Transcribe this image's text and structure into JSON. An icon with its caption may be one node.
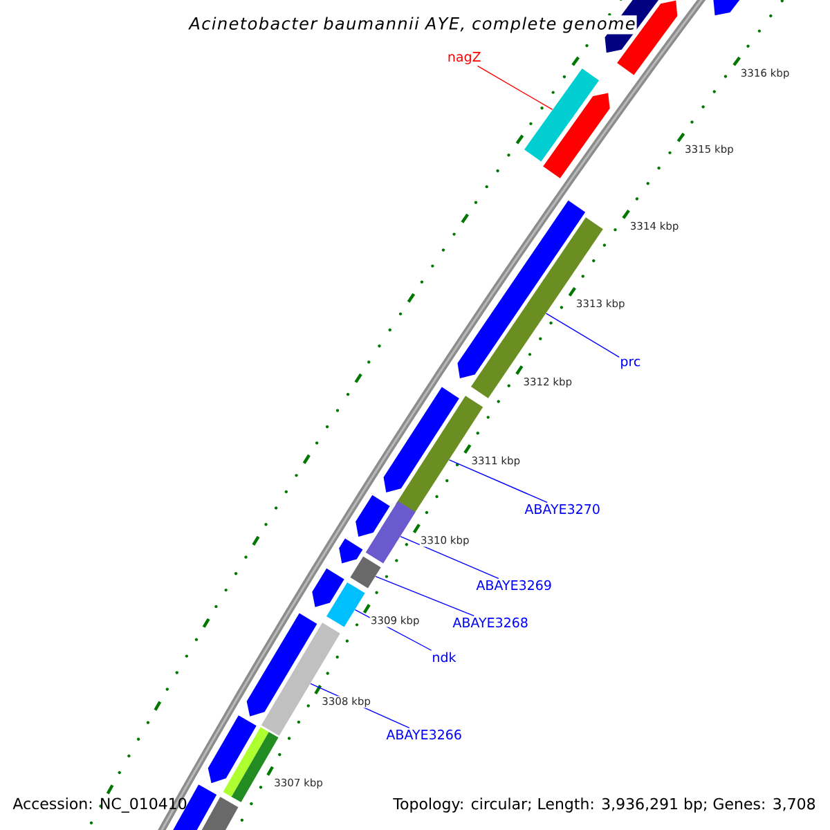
{
  "diagram": {
    "title": "Acinetobacter baumannii AYE, complete genome",
    "nodes": [
      {
        "text": [
          "nagZ"
        ]
      },
      {
        "text": [],
        "shape": "bar"
      },
      {
        "text": [
          "prc"
        ]
      },
      {
        "text": [],
        "shape": "bar"
      },
      {
        "text": [
          "ABAYE3270"
        ]
      },
      {
        "text": [],
        "shape": "bar"
      },
      {
        "text": [
          "ABAYE3269"
        ]
      },
      {
        "text": [],
        "shape": "bar"
      },
      {
        "text": [
          "ABAYE3268"
        ]
      },
      {
        "text": [],
        "shape": "bar"
      },
      {
        "text": [
          "ndk"
        ]
      },
      {
        "text": [],
        "shape": "bar"
      },
      {
        "text": [
          "ABAYE3266"
        ]
      },
      {
        "text": [],
        "shape": "bar"
      },
      {
        "text": [],
        "shape": "arrow"
      },
      {
        "text": [],
        "shape": "arrow"
      },
      {
        "text": [],
        "shape": "arrow"
      },
      {
        "text": [],
        "shape": "arrow"
      },
      {
        "text": [],
        "shape": "arrow"
      },
      {
        "text": [],
        "shape": "arrow"
      },
      {
        "text": [],
        "shape": "arrow"
      },
      {
        "text": [],
        "shape": "arrow"
      },
      {
        "text": [],
        "shape": "arrow"
      },
      {
        "text": [],
        "shape": "arrow"
      },
      {
        "text": [],
        "shape": "arrow"
      },
      {
        "text": [],
        "shape": "arrow"
      },
      {
        "text": [],
        "shape": "bar"
      },
      {
        "text": [],
        "shape": "bar"
      },
      {
        "text": [],
        "shape": "bar"
      }
    ],
    "edges": [
      {
        "from": 0,
        "to": 1,
        "arrow": "none",
        "color": "#ff0000"
      },
      {
        "from": 2,
        "to": 3,
        "arrow": "none"
      },
      {
        "from": 4,
        "to": 5,
        "arrow": "none"
      },
      {
        "from": 6,
        "to": 7,
        "arrow": "none"
      },
      {
        "from": 8,
        "to": 9,
        "arrow": "none"
      },
      {
        "from": 10,
        "to": 11,
        "arrow": "none"
      },
      {
        "from": 12,
        "to": 13,
        "arrow": "none"
      }
    ],
    "labels": [
      "3316 kbp",
      "3315 kbp",
      "3314 kbp",
      "3313 kbp",
      "3312 kbp",
      "3311 kbp",
      "3310 kbp",
      "3309 kbp",
      "3308 kbp",
      "3307 kbp",
      "Accession: NC_010410",
      "Topology: circular; Length: 3,936,291 bp; Genes: 3,708"
    ]
  }
}
